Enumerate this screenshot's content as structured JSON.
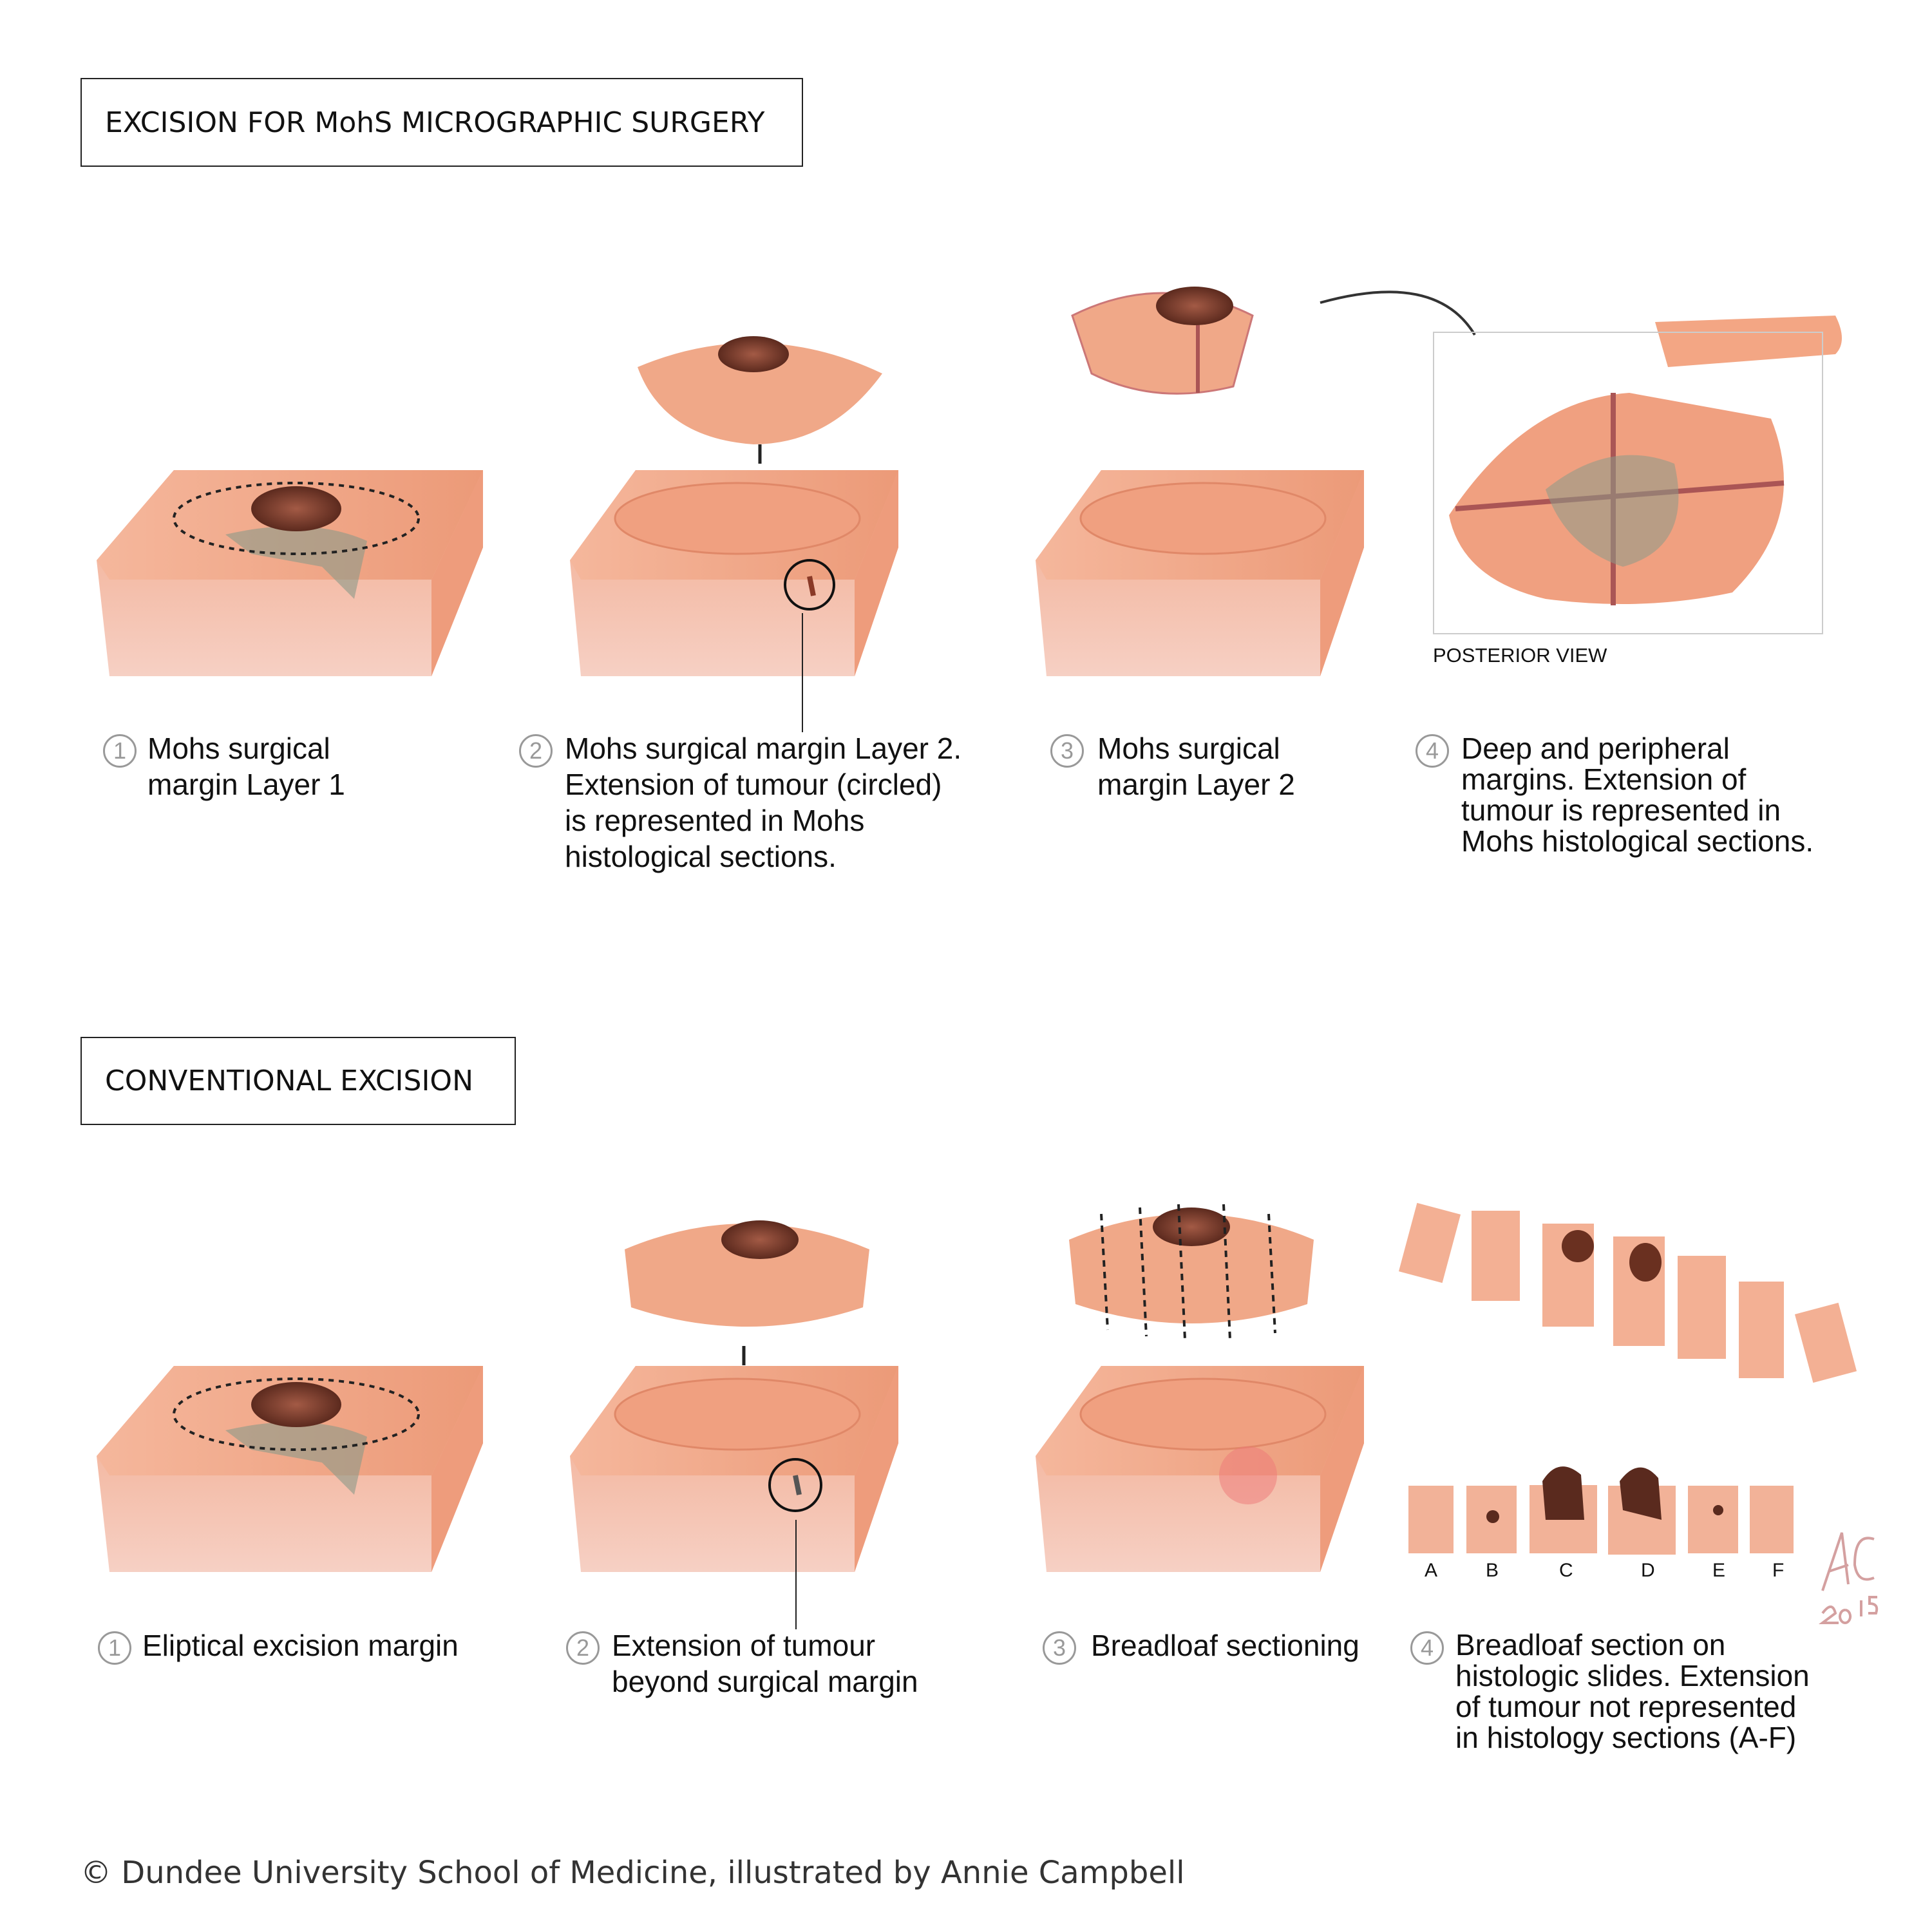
{
  "mohs": {
    "title": "EXCISION FOR MohS MICROGRAPHIC SURGERY",
    "posterior_label": "POSTERIOR VIEW",
    "steps": [
      {
        "num": "1",
        "lines": [
          "Mohs surgical",
          "margin Layer 1"
        ]
      },
      {
        "num": "2",
        "lines": [
          "Mohs surgical margin Layer 2.",
          "Extension of tumour (circled)",
          "is represented in Mohs",
          "histological sections."
        ]
      },
      {
        "num": "3",
        "lines": [
          "Mohs surgical",
          "margin Layer 2"
        ]
      },
      {
        "num": "4",
        "lines": [
          "Deep and peripheral",
          "margins. Extension of",
          "tumour is represented in",
          "Mohs histological sections."
        ]
      }
    ]
  },
  "conventional": {
    "title": "CONVENTIONAL EXCISION",
    "slide_labels": [
      "A",
      "B",
      "C",
      "D",
      "E",
      "F"
    ],
    "steps": [
      {
        "num": "1",
        "lines": [
          "Eliptical excision margin"
        ]
      },
      {
        "num": "2",
        "lines": [
          "Extension of tumour",
          "beyond surgical margin"
        ]
      },
      {
        "num": "3",
        "lines": [
          "Breadloaf sectioning"
        ]
      },
      {
        "num": "4",
        "lines": [
          "Breadloaf section on",
          "histologic slides. Extension",
          "of tumour not represented",
          "in histology sections (A-F)"
        ]
      }
    ]
  },
  "signature": "AC 2015",
  "copyright": "© Dundee University School of Medicine, illustrated by Annie Campbell",
  "colors": {
    "skin": "#f2a88a",
    "skin_light": "#f8d2c2",
    "tumour": "#7a3a2a",
    "spread": "#8a9a88"
  }
}
